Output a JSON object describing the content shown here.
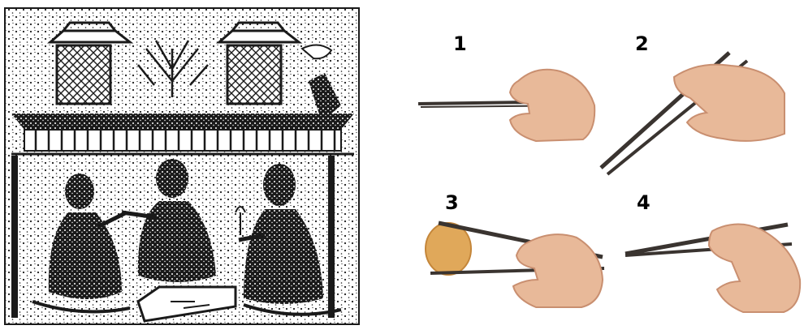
{
  "rubbing": {
    "description_name": "han-dynasty-banquet-rubbing"
  },
  "steps": [
    {
      "label": "1"
    },
    {
      "label": "2"
    },
    {
      "label": "3"
    },
    {
      "label": "4"
    }
  ],
  "colors": {
    "ink": "#1a1a1a",
    "paper": "#ffffff",
    "skin": "#e8b999",
    "skin_shadow": "#c98f70",
    "chopstick": "#3a3430",
    "fruit": "#e0a85a"
  }
}
